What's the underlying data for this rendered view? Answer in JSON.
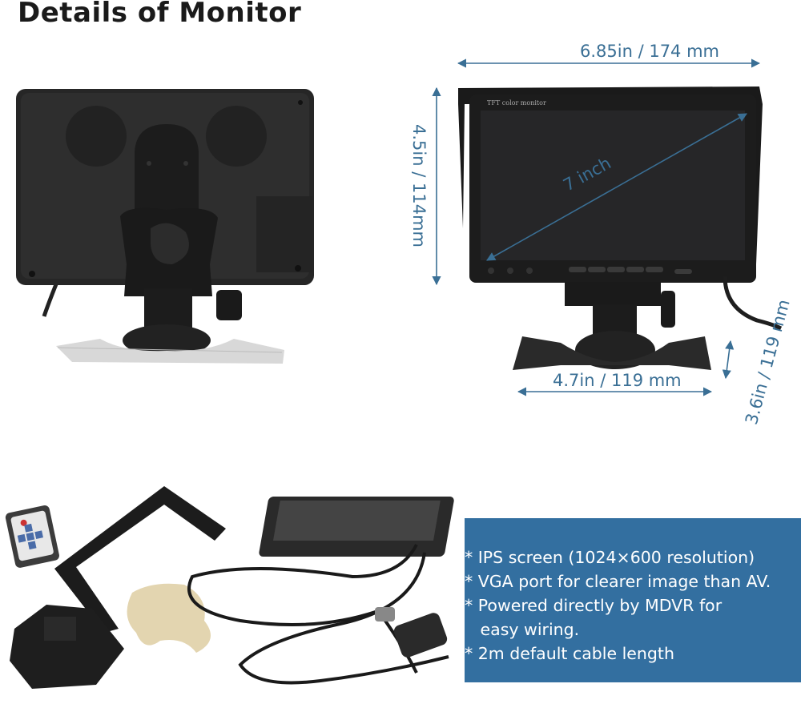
{
  "title": "Details of Monitor",
  "dimensions": {
    "width": "6.85in / 174 mm",
    "height": "4.5in / 114mm",
    "diagonal": "7 inch",
    "base_width": "4.7in / 119 mm",
    "base_height": "3.6in / 119 mm"
  },
  "screen_label": "TFT color monitor",
  "features": [
    "* IPS screen (1024×600 resolution)",
    "* VGA port for clearer image than AV.",
    "* Powered directly by MDVR for",
    "   easy wiring.",
    "* 2m default cable length"
  ],
  "colors": {
    "dimension": "#3a6f95",
    "info_box": "#336fa0",
    "device": "#1e1e1e"
  }
}
